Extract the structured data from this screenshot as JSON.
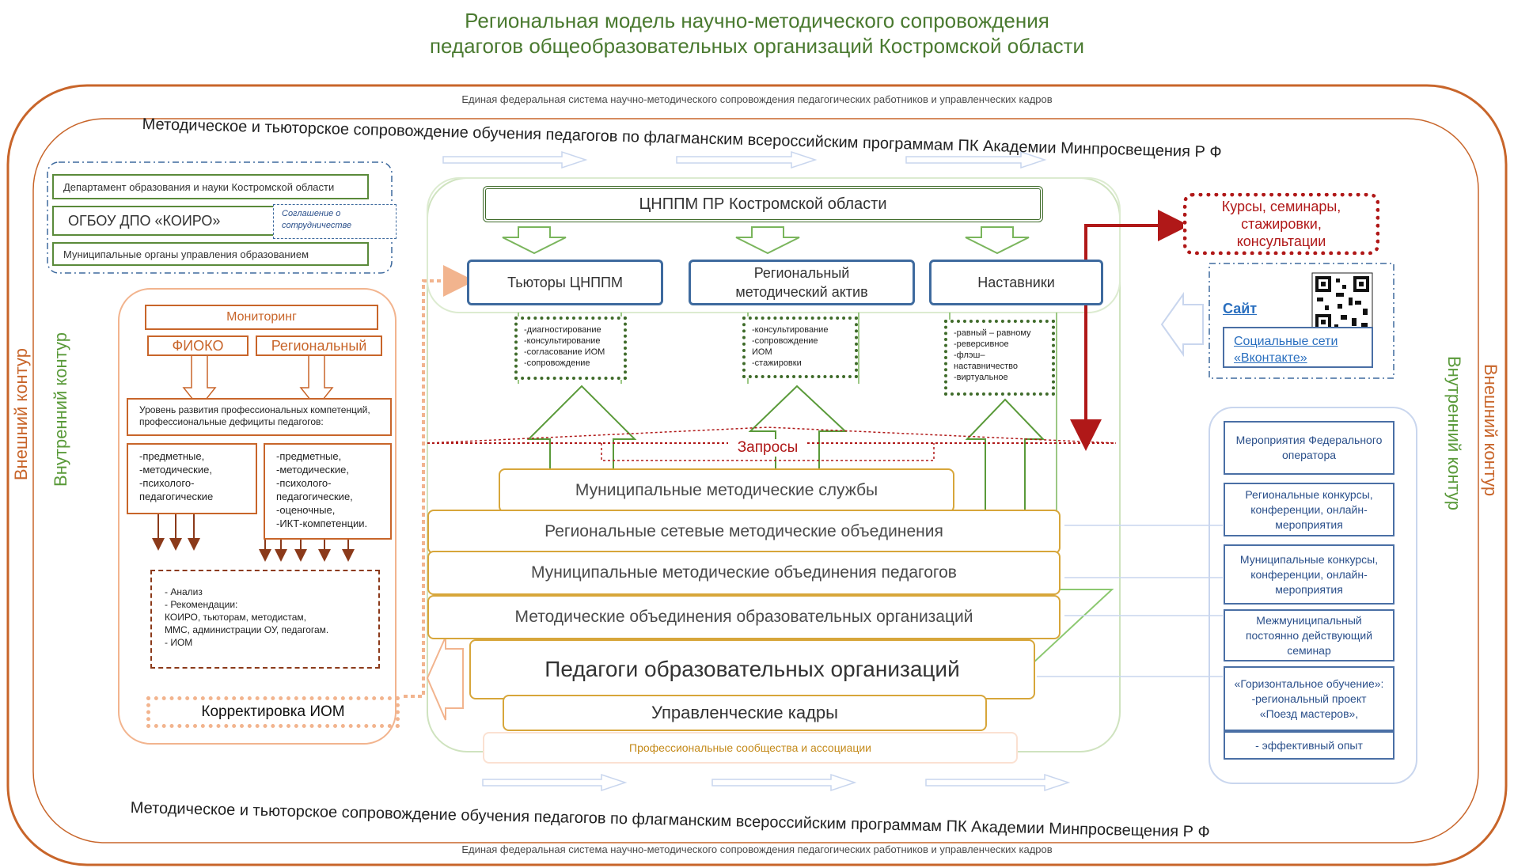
{
  "title": {
    "line1": "Региональная модель научно-методического сопровождения",
    "line2": "педагогов общеобразовательных организаций Костромской области"
  },
  "outer": {
    "federal_system": "Единая  федеральная система научно-методического сопровождения педагогических работников и управленческих кадров",
    "tutor_support": "Методическое и тьюторское сопровождение обучения педагогов по флагманским всероссийским программам ПК Академии Минпросвещения  Р Ф",
    "tutor_support_bottom": "Методическое и тьюторское сопровождение обучения педагогов по флагманским всероссийским программам ПК Академии Минпросвещения  Р Ф",
    "external_contour": "Внешний контур",
    "internal_contour": "Внутренний контур"
  },
  "orgs": {
    "department": "Департамент образования и науки Костромской области",
    "koiro": "ОГБОУ ДПО «КОИРО»",
    "agreement": "Соглашение о сотрудничестве",
    "municipal": "Муниципальные органы управления образованием"
  },
  "monitoring": {
    "title": "Мониторинг",
    "fioko": "ФИОКО",
    "regional": "Региональный",
    "level": "Уровень развития профессиональных компетенций, профессиональные дефициты педагогов:",
    "list_left": "-предметные,\n-методические,\n-психолого-\nпедагогические",
    "list_right": "-предметные,\n-методические,\n-психолого-\nпедагогические,\n-оценочные,\n-ИКТ-компетенции.",
    "analysis": "- Анализ\n- Рекомендации:\n        КОИРО, тьюторам, методистам,\n        ММС, администрации ОУ, педагогам.\n- ИОМ",
    "correction": "Корректировка ИОМ"
  },
  "center": {
    "cnppm": "ЦНППМ ПР Костромской области",
    "tutors": "Тьюторы ЦНППМ",
    "activists": "Региональный методический актив",
    "mentors": "Наставники",
    "tutors_list": "-диагностирование\n-консультирование\n-согласование ИОМ\n-сопровождение",
    "activists_list": "-консультирование\n-сопровождение\nИОМ\n-стажировки",
    "mentors_list": "-равный – равному\n-реверсивное\n-флэш–\nнаставничество\n-виртуальное",
    "requests": "Запросы",
    "bands": [
      "Муниципальные методические службы",
      "Региональные сетевые методические объединения",
      "Муниципальные методические объединения педагогов",
      "Методические объединения образовательных организаций",
      "Педагоги образовательных организаций",
      "Управленческие  кадры"
    ],
    "communities": "Профессиональные сообщества и ассоциации"
  },
  "right": {
    "courses": "Курсы, семинары, стажировки, консультации",
    "site": "Сайт",
    "social": "Социальные сети «Вконтакте»",
    "events": [
      "Мероприятия Федерального оператора",
      "Региональные конкурсы, конференции, онлайн-мероприятия",
      "Муниципальные конкурсы, конференции, онлайн-мероприятия",
      "Межмуниципальный постоянно действующий семинар",
      "«Горизонтальное обучение»: -региональный проект «Поезд мастеров»,",
      "- эффективный опыт"
    ]
  },
  "colors": {
    "green": "#4a7a30",
    "orange": "#c8652a",
    "blue": "#3e6a9e",
    "red": "#b01818",
    "gold": "#d7a63a"
  }
}
